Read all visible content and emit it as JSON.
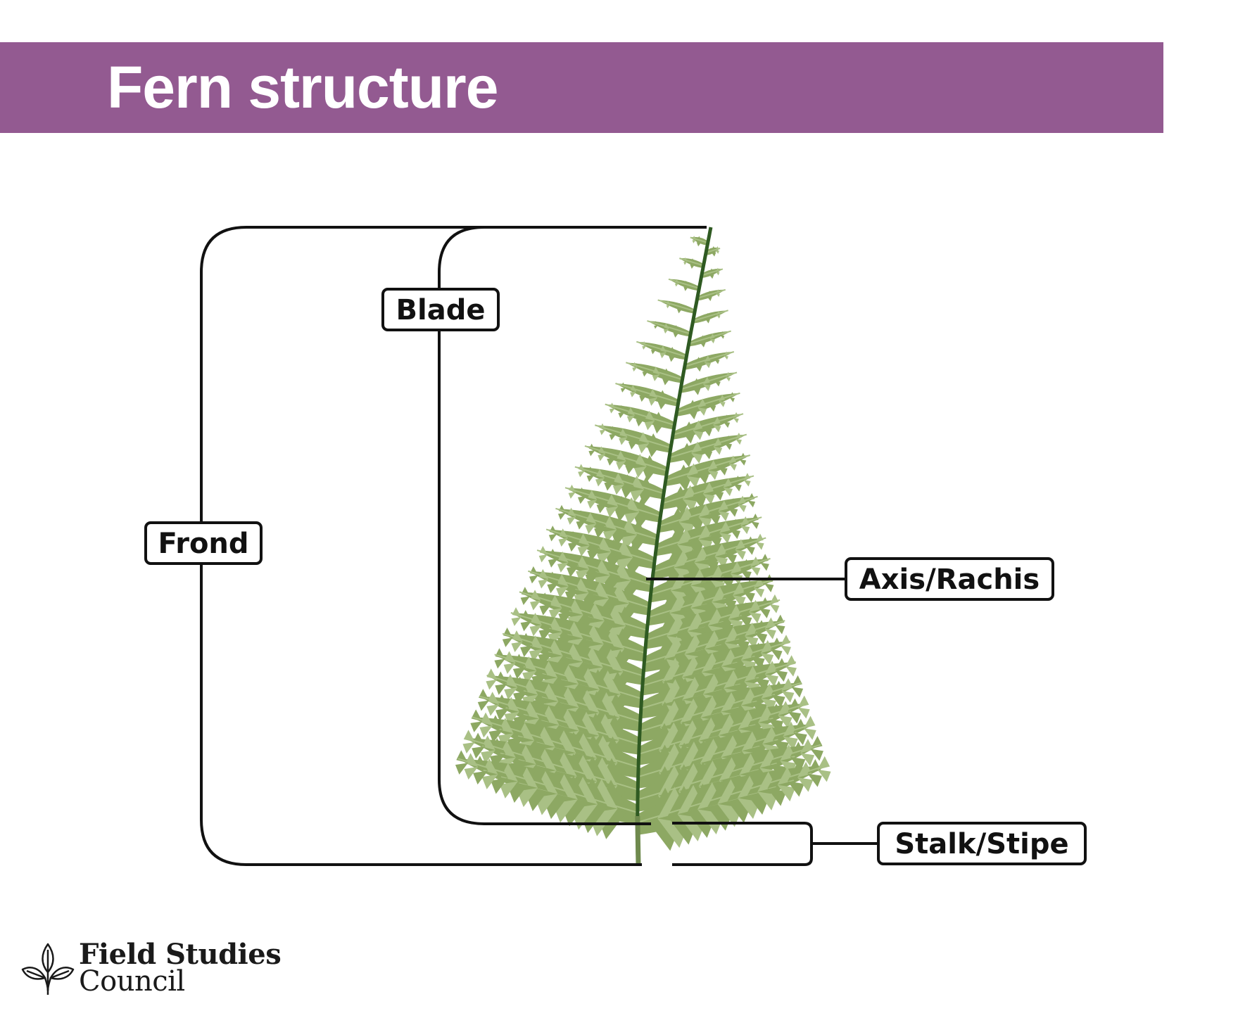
{
  "title": "Fern structure",
  "labels": {
    "frond": "Frond",
    "blade": "Blade",
    "axis": "Axis/Rachis",
    "stalk": "Stalk/Stipe"
  },
  "logo": {
    "line1": "Field Studies",
    "line2": "Council"
  },
  "colors": {
    "title_bar": "#935a91",
    "fern_leaf": "#8da863",
    "fern_rachis": "#2f5a22",
    "bracket": "#111111"
  }
}
